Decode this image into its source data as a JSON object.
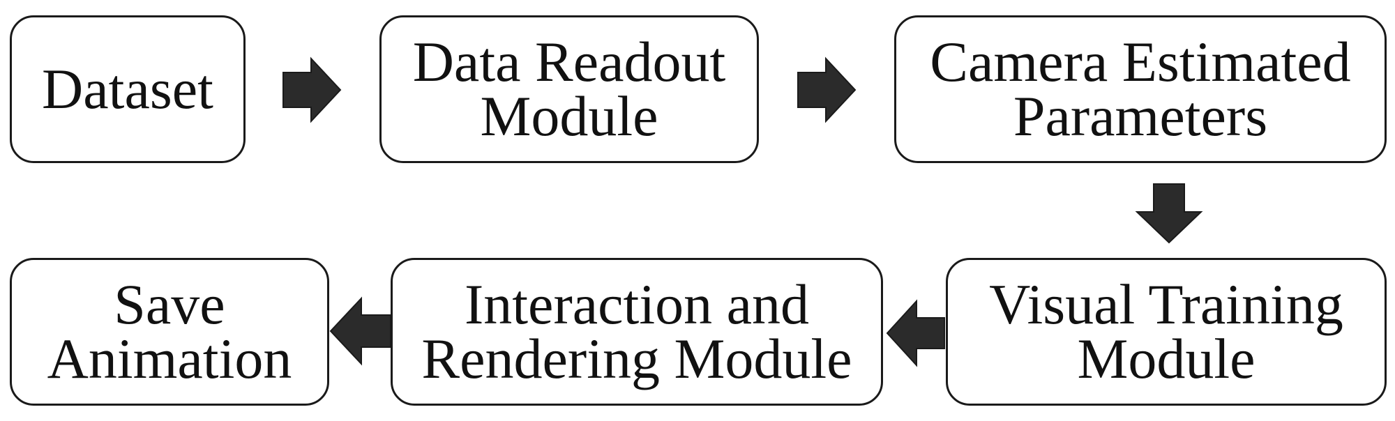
{
  "diagram": {
    "type": "flowchart",
    "nodes": [
      {
        "id": "dataset",
        "label": "Dataset"
      },
      {
        "id": "readout",
        "label": "Data Readout\nModule"
      },
      {
        "id": "camera",
        "label": "Camera Estimated\nParameters"
      },
      {
        "id": "visual",
        "label": "Visual Training\nModule"
      },
      {
        "id": "interact",
        "label": "Interaction and\nRendering Module"
      },
      {
        "id": "save",
        "label": "Save\nAnimation"
      }
    ],
    "edges": [
      {
        "from": "dataset",
        "to": "readout",
        "direction": "right"
      },
      {
        "from": "readout",
        "to": "camera",
        "direction": "right"
      },
      {
        "from": "camera",
        "to": "visual",
        "direction": "down"
      },
      {
        "from": "visual",
        "to": "interact",
        "direction": "left"
      },
      {
        "from": "interact",
        "to": "save",
        "direction": "left"
      }
    ],
    "colors": {
      "box_border": "#1a1a1a",
      "box_fill": "#ffffff",
      "arrow_fill": "#2b2b2b",
      "text": "#111111"
    }
  }
}
